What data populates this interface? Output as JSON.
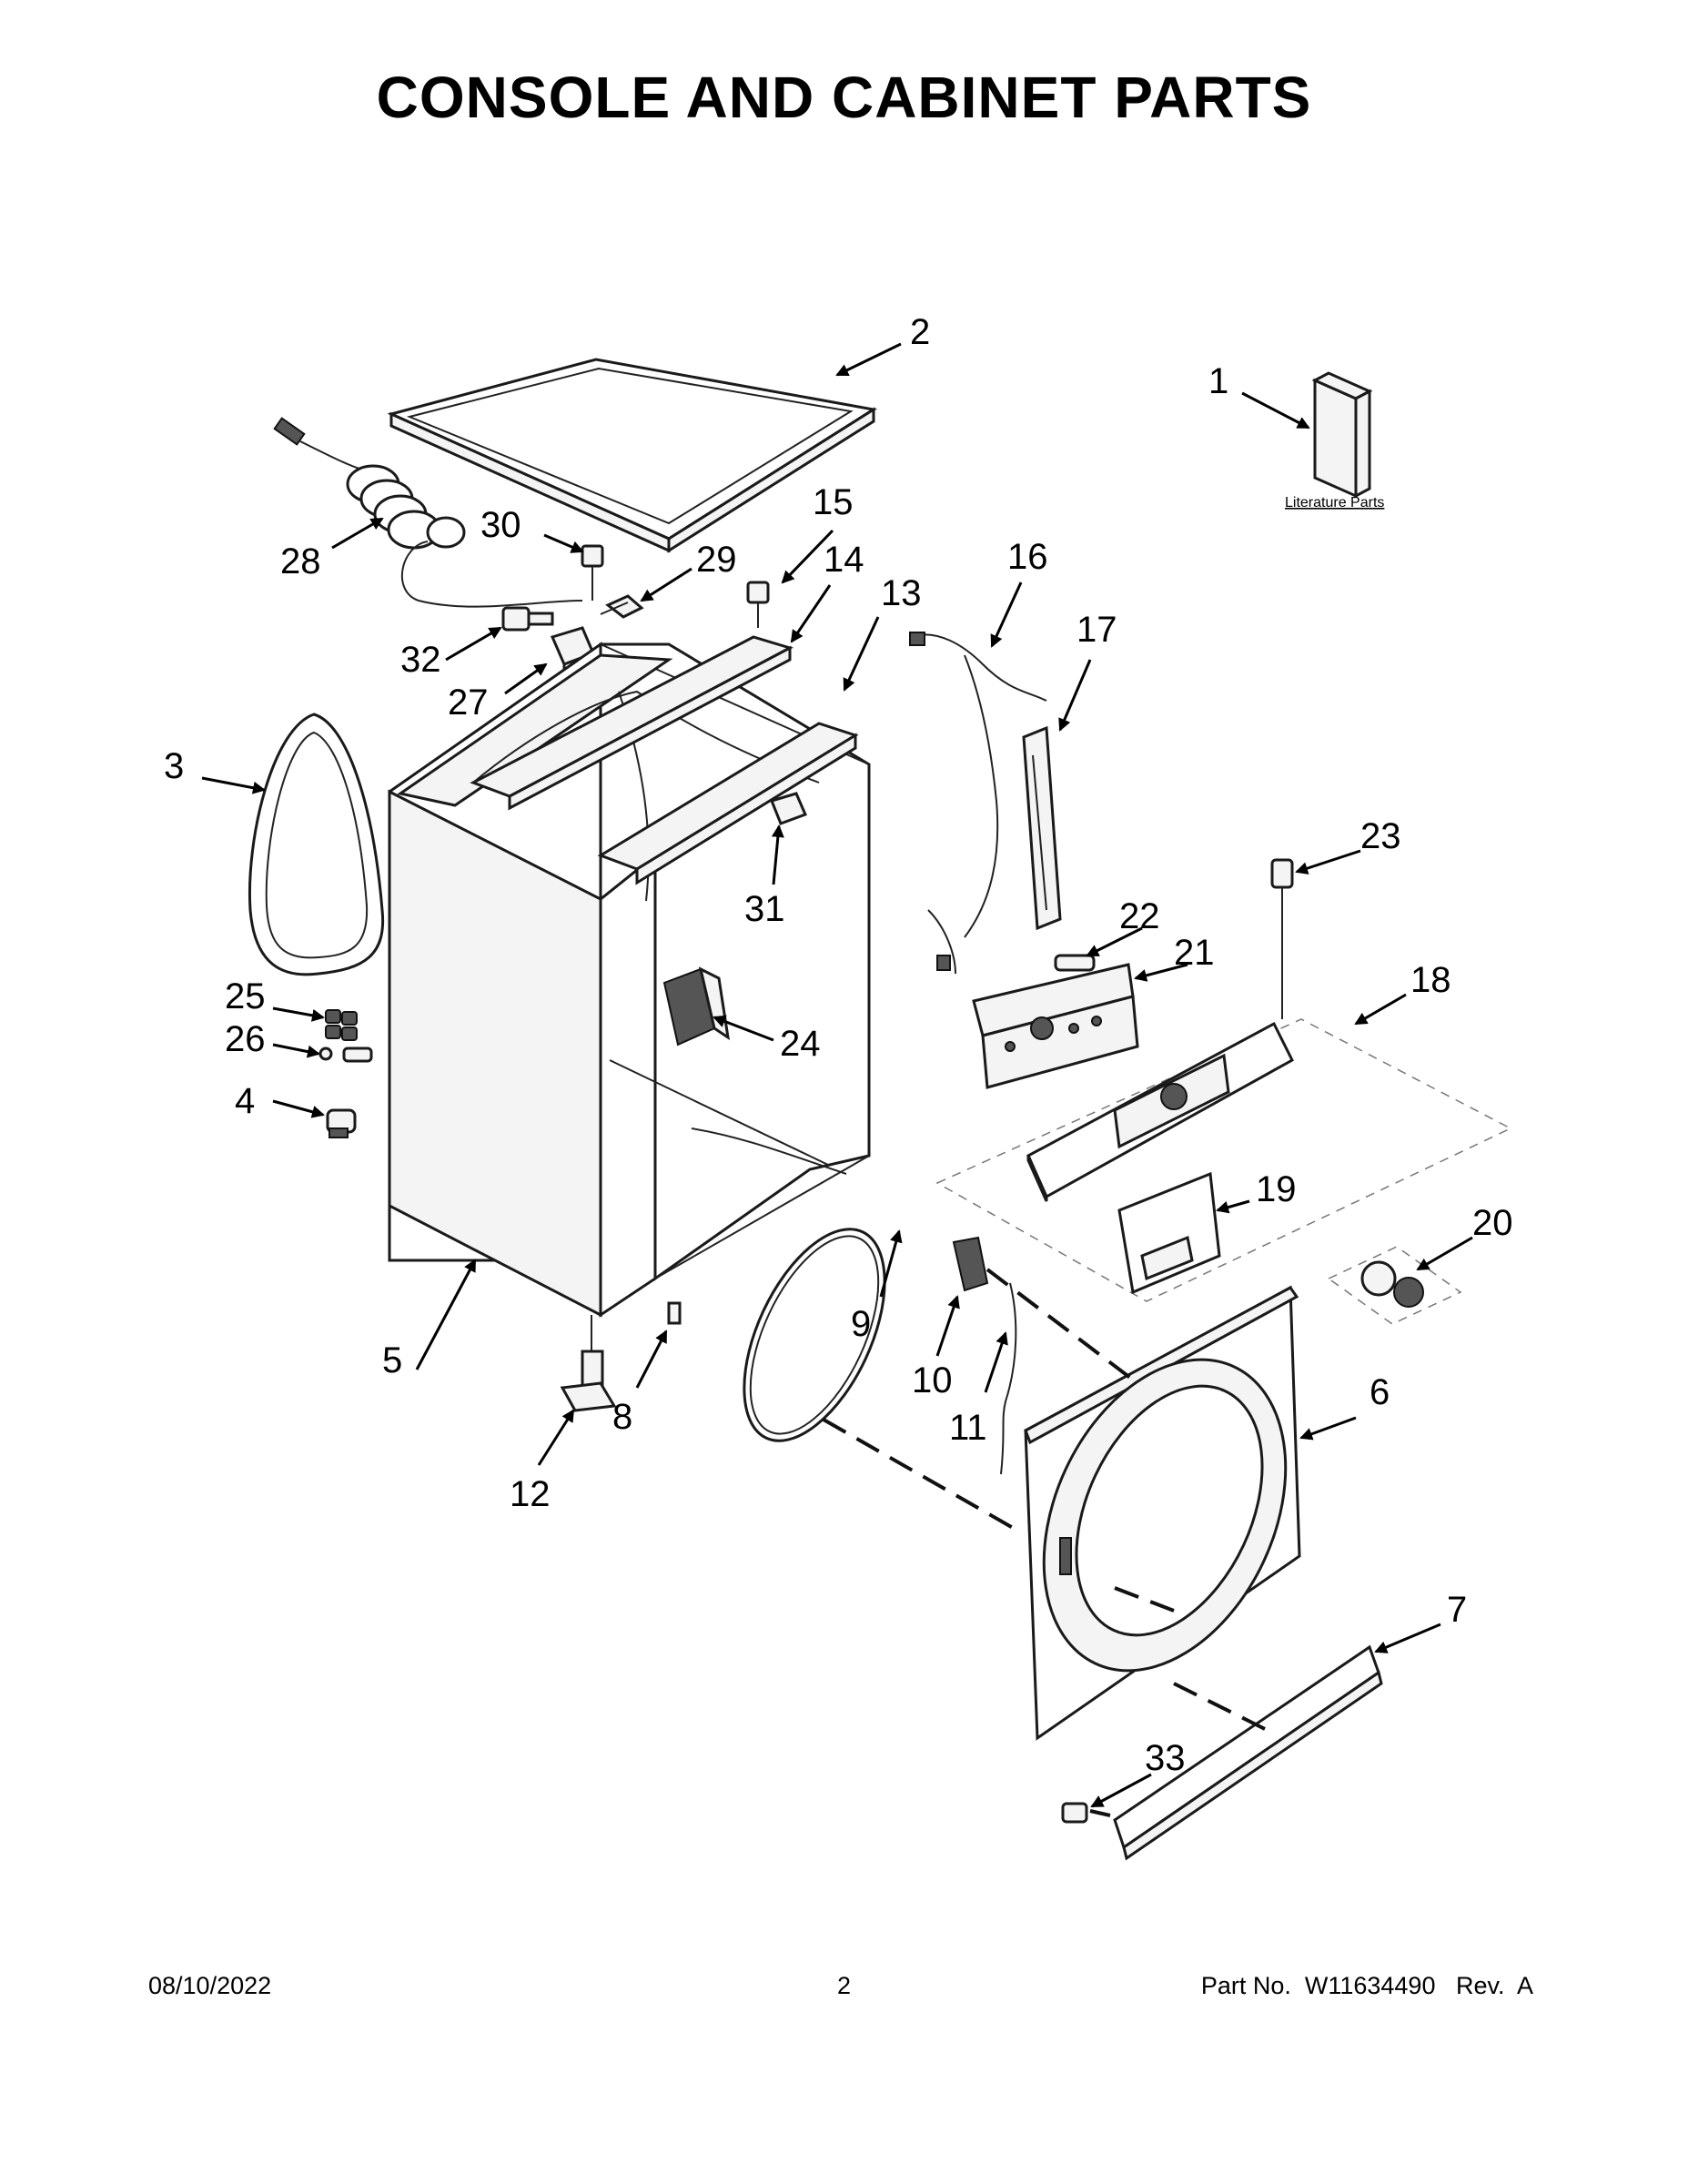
{
  "title": "CONSOLE AND CABINET PARTS",
  "literature_label": "Literature Parts",
  "callouts": [
    "1",
    "2",
    "3",
    "4",
    "5",
    "6",
    "7",
    "8",
    "9",
    "10",
    "11",
    "12",
    "13",
    "14",
    "15",
    "16",
    "17",
    "18",
    "19",
    "20",
    "21",
    "22",
    "23",
    "24",
    "25",
    "26",
    "27",
    "28",
    "29",
    "30",
    "31",
    "32",
    "33"
  ],
  "footer": {
    "date": "08/10/2022",
    "page": "2",
    "part": "Part No.  W11634490   Rev.  A"
  }
}
